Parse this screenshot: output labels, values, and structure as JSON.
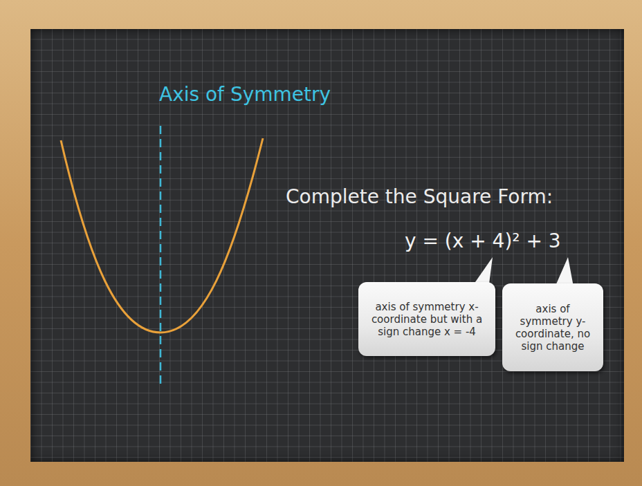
{
  "diagram": {
    "nodes": [
      {
        "text": [
          "axis of symmetry x-coordinate but with a sign change x = -4"
        ]
      },
      {
        "text": [
          "axis of symmetry y-coordinate, no sign change"
        ]
      }
    ],
    "labels": [
      "Axis of Symmetry",
      "Complete the Square Form:",
      "y = (x + 4)² + 3"
    ]
  }
}
